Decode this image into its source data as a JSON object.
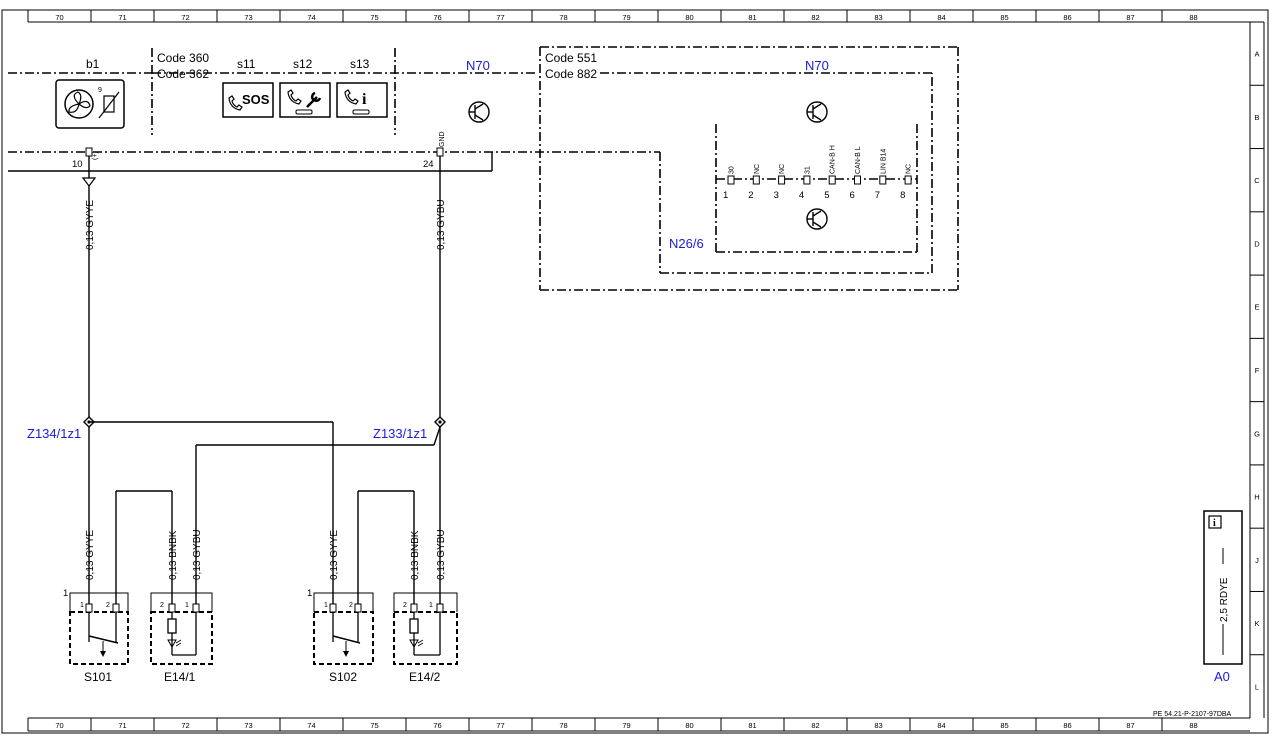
{
  "grid": {
    "columns": [
      "70",
      "71",
      "72",
      "73",
      "74",
      "75",
      "76",
      "77",
      "78",
      "79",
      "80",
      "81",
      "82",
      "83",
      "84",
      "85",
      "86",
      "87",
      "88"
    ],
    "rows": [
      "A",
      "B",
      "C",
      "D",
      "E",
      "F",
      "G",
      "H",
      "J",
      "K",
      "L"
    ]
  },
  "codes": {
    "code_360": "Code 360",
    "code_362": "Code 362",
    "code_551": "Code 551",
    "code_882": "Code 882"
  },
  "components": {
    "b1": "b1",
    "s11": "s11",
    "s12": "s12",
    "s13": "s13",
    "n70_left": "N70",
    "n70_right": "N70",
    "n26_6": "N26/6",
    "z134": "Z134/1z1",
    "z133": "Z133/1z1",
    "s101": "S101",
    "e14_1": "E14/1",
    "s102": "S102",
    "e14_2": "E14/2",
    "a0": "A0"
  },
  "button_icons": {
    "sos": "SOS",
    "info": "i",
    "b1_sub": "9"
  },
  "pins": {
    "b1_pin": "10",
    "b1_signal": "(+)",
    "n70_pin": "24",
    "n70_signal": "GND",
    "n26_numbers": [
      "1",
      "2",
      "3",
      "4",
      "5",
      "6",
      "7",
      "8"
    ],
    "n26_signals": [
      "30",
      "NC",
      "NC",
      "31",
      "CAN-B H",
      "CAN-B L",
      "LIN B14",
      "NC"
    ],
    "s101_side": "1",
    "s101_pins": [
      "1",
      "2"
    ],
    "e14_1_pins": [
      "2",
      "1"
    ],
    "s102_side": "1",
    "s102_pins": [
      "1",
      "2"
    ],
    "e14_2_pins": [
      "2",
      "1"
    ]
  },
  "wires": {
    "w_b1": "0,13 GYYE",
    "w_n70": "0,13 GYBU",
    "w_s101_gyye": "0,13 GYYE",
    "w_e141_bnbk": "0,13 BNBK",
    "w_e141_gybu": "0,13 GYBU",
    "w_s102_gyye": "0,13 GYYE",
    "w_e142_bnbk": "0,13 BNBK",
    "w_e142_gybu": "0,13 GYBU"
  },
  "legend": {
    "icon": "i",
    "wire": "2,5 RDYE"
  },
  "doc_ref": "PE 54.21-P-2107-97DBA"
}
